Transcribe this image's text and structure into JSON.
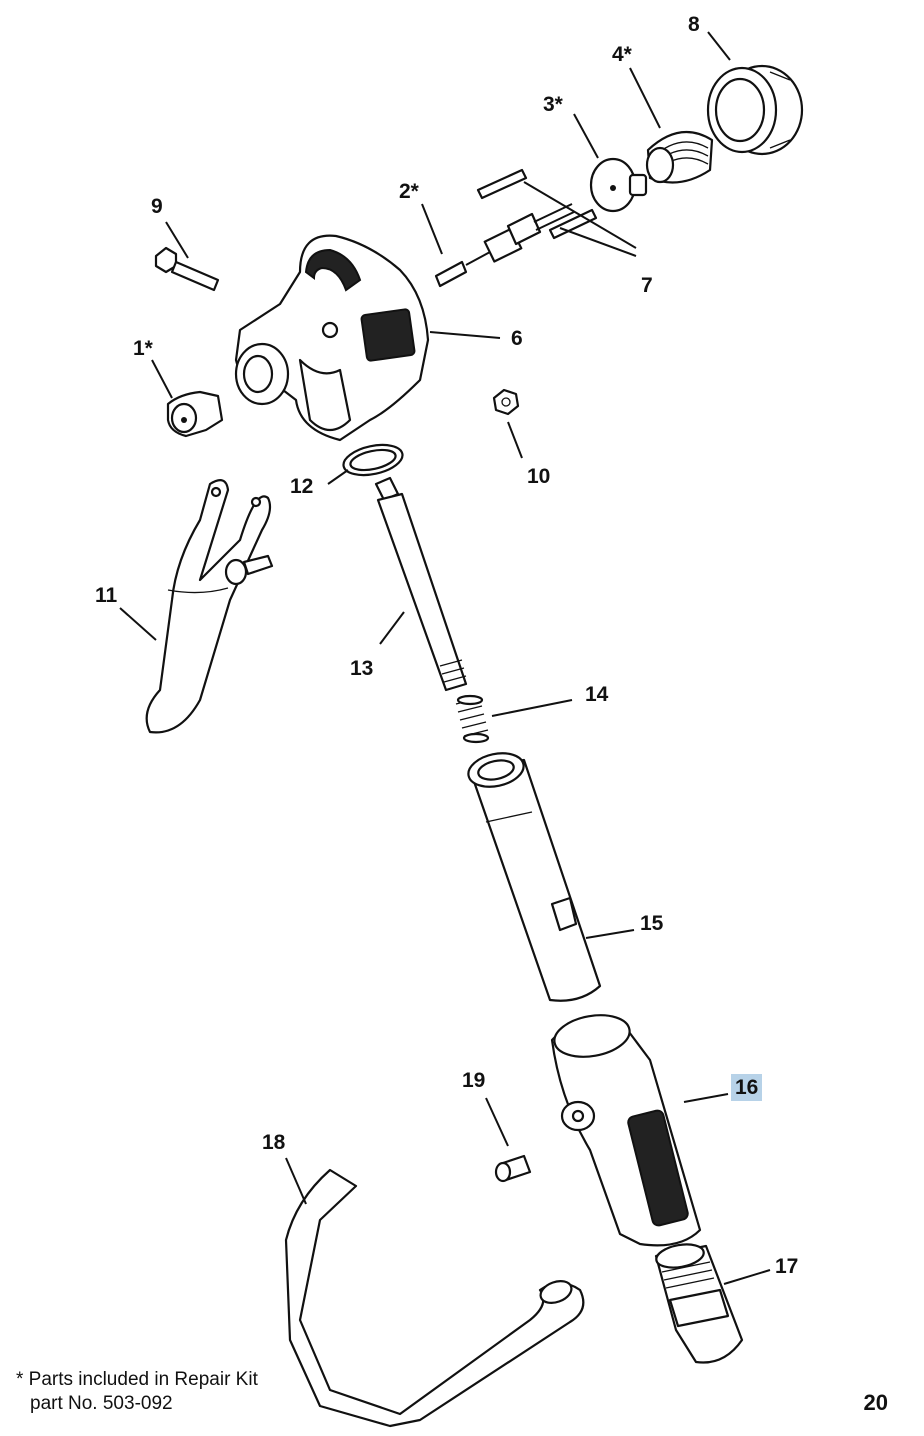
{
  "callouts": {
    "c1": "1*",
    "c2": "2*",
    "c3": "3*",
    "c4": "4*",
    "c6": "6",
    "c7": "7",
    "c8": "8",
    "c9": "9",
    "c10": "10",
    "c11": "11",
    "c12": "12",
    "c13": "13",
    "c14": "14",
    "c15": "15",
    "c16": "16",
    "c17": "17",
    "c18": "18",
    "c19": "19"
  },
  "highlight_color": "#b7d2e8",
  "footnote": {
    "line1": "* Parts included in Repair Kit",
    "line2": "part No. 503-092"
  },
  "page_number": "20",
  "icons": [
    "spray-gun-head",
    "tip-guard",
    "needle-assembly",
    "seat",
    "spring",
    "nut",
    "pins",
    "screw",
    "locknut",
    "trigger",
    "gasket",
    "filter",
    "filter-spring",
    "handle-tube",
    "handle-grip",
    "swivel",
    "trigger-guard",
    "bushing"
  ]
}
